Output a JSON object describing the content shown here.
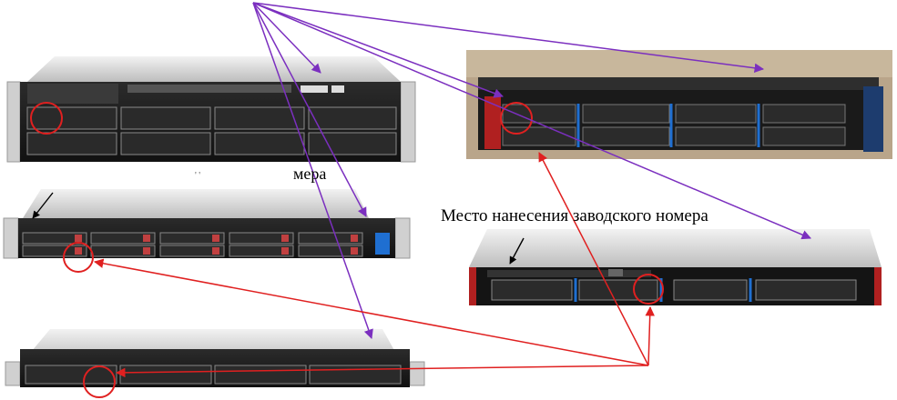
{
  "labels": {
    "main": "Место нанесения заводского номера",
    "partial": "мера",
    "dots": "' '"
  },
  "colors": {
    "purple_arrow": "#7b2fbf",
    "red_arrow": "#e02020",
    "marker_circle": "#e02020",
    "callout_arrow": "#000000",
    "accent_blue": "#1f6fd1"
  },
  "servers": [
    {
      "name": "2U server, 8 front drive bays"
    },
    {
      "name": "2U server with bezel, 8 front drive bays"
    },
    {
      "name": "1U server, 10 front drive bays"
    },
    {
      "name": "1U server, 4 front drive bays"
    },
    {
      "name": "1U server, 4 front drive bays"
    }
  ]
}
